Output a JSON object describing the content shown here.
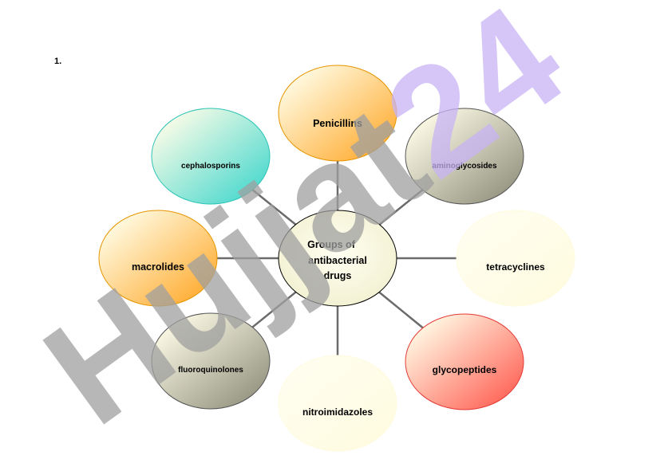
{
  "item_number": "1.",
  "diagram": {
    "center": {
      "lines": [
        "Groups of",
        "antibacterial",
        "drugs"
      ]
    },
    "nodes": [
      {
        "id": "penicillins",
        "label": "Penicillins",
        "fill": "#ffa726",
        "stroke": "#e69500"
      },
      {
        "id": "cephalosporins",
        "label": "cephalosporins",
        "fill": "#3ed6cc",
        "stroke": "#2ec4b6"
      },
      {
        "id": "aminoglycosides",
        "label": "aminoglycosides",
        "fill": "#8d8d7a",
        "stroke": "#555"
      },
      {
        "id": "macrolides",
        "label": "macrolides",
        "fill": "#ffa726",
        "stroke": "#e69500"
      },
      {
        "id": "tetracyclines",
        "label": "tetracyclines",
        "fill": "#fffbe0",
        "stroke": "#fffbe0"
      },
      {
        "id": "fluoroquinolones",
        "label": "fluoroquinolones",
        "fill": "#8d8d7a",
        "stroke": "#555"
      },
      {
        "id": "nitroimidazoles",
        "label": "nitroimidazoles",
        "fill": "#fffbe0",
        "stroke": "#fffbe0"
      },
      {
        "id": "glycopeptides",
        "label": "glycopeptides",
        "fill": "#ff5a4e",
        "stroke": "#e53935"
      }
    ]
  },
  "watermark": {
    "part1": "Hujjat",
    "part2": "24",
    "color1": "#a0a0a0",
    "color2": "#c7b3f5"
  }
}
